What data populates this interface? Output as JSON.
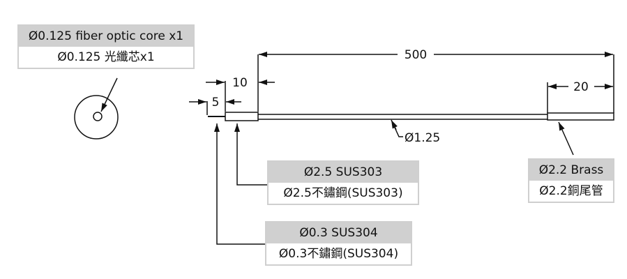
{
  "labels": {
    "core": {
      "title": "Ø0.125 fiber optic core x1",
      "subtitle": "Ø0.125 光纖芯x1"
    },
    "ferrule": {
      "title": "Ø2.5  SUS303",
      "subtitle": "Ø2.5不鏽鋼(SUS303)"
    },
    "fiber_tip": {
      "title": "Ø0.3  SUS304",
      "subtitle": "Ø0.3不鏽鋼(SUS304)"
    },
    "brass": {
      "title": "Ø2.2 Brass",
      "subtitle": "Ø2.2銅尾管"
    }
  },
  "dimensions": {
    "total": "500",
    "ferrule_len": "10",
    "tip_len": "5",
    "brass_len": "20",
    "tube_dia": "Ø1.25"
  }
}
